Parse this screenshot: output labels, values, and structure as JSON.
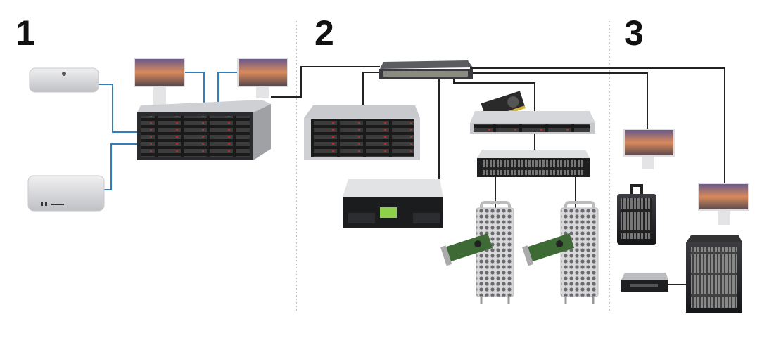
{
  "sections": [
    {
      "label": "1"
    },
    {
      "label": "2"
    },
    {
      "label": "3"
    }
  ],
  "colors": {
    "background": "#ffffff",
    "ethernet_cable": "#222222",
    "thunderbolt_cable": "#2f7fc0",
    "divider": "#888888"
  },
  "devices": {
    "section1": [
      "mac-mini",
      "mac-studio",
      "display",
      "display",
      "storage-array"
    ],
    "section2": [
      "network-switch",
      "storage-server-4u",
      "tape-library",
      "gpu-card",
      "server-1u",
      "jbod-2u",
      "mac-pro",
      "mac-pro",
      "fibre-card",
      "fibre-card"
    ],
    "section3": [
      "display",
      "display",
      "thunderbolt-raid",
      "tower-raid",
      "tape-drive"
    ]
  }
}
